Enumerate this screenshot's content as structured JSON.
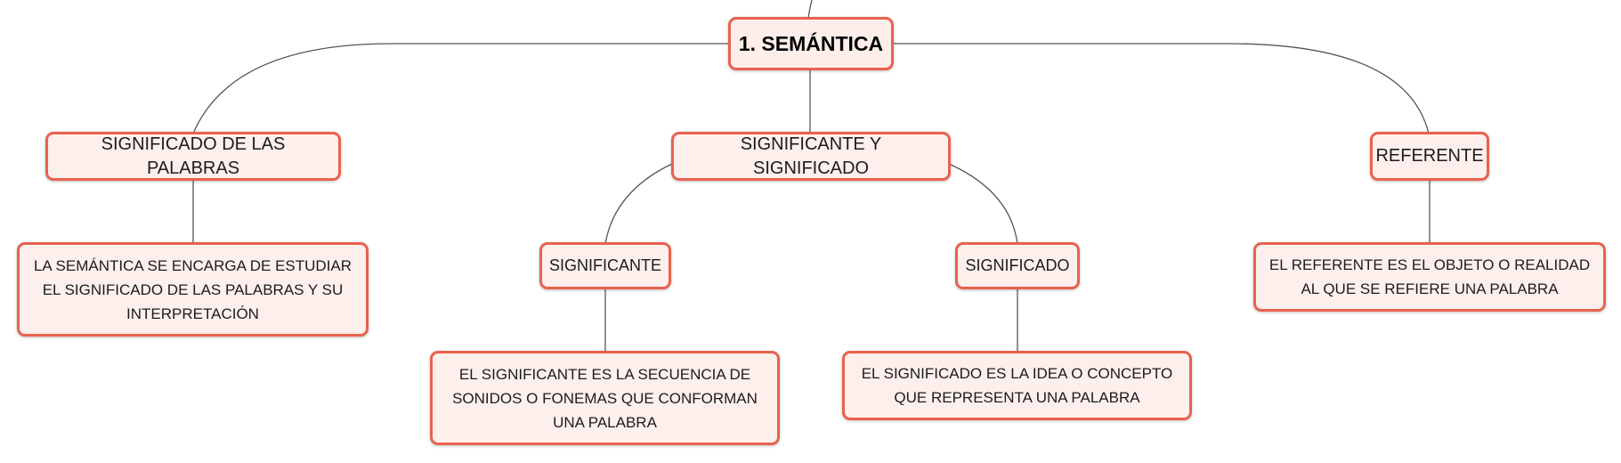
{
  "colors": {
    "node_border": "#e8624f",
    "node_fill": "#fdefec",
    "connector": "#555555"
  },
  "root": {
    "label": "1. SEMÁNTICA"
  },
  "branches": {
    "significado_palabras": {
      "label": "SIGNIFICADO DE LAS PALABRAS",
      "description": "LA SEMÁNTICA SE ENCARGA DE ESTUDIAR EL SIGNIFICADO DE LAS PALABRAS Y SU INTERPRETACIÓN"
    },
    "significante_significado": {
      "label": "SIGNIFICANTE Y SIGNIFICADO",
      "significante": {
        "label": "SIGNIFICANTE",
        "description": "EL SIGNIFICANTE ES LA SECUENCIA DE SONIDOS O FONEMAS QUE CONFORMAN UNA PALABRA"
      },
      "significado": {
        "label": "SIGNIFICADO",
        "description": "EL SIGNIFICADO ES LA IDEA O CONCEPTO QUE REPRESENTA UNA PALABRA"
      }
    },
    "referente": {
      "label": "REFERENTE",
      "description": "EL REFERENTE ES EL OBJETO O REALIDAD AL QUE SE REFIERE UNA PALABRA"
    }
  }
}
